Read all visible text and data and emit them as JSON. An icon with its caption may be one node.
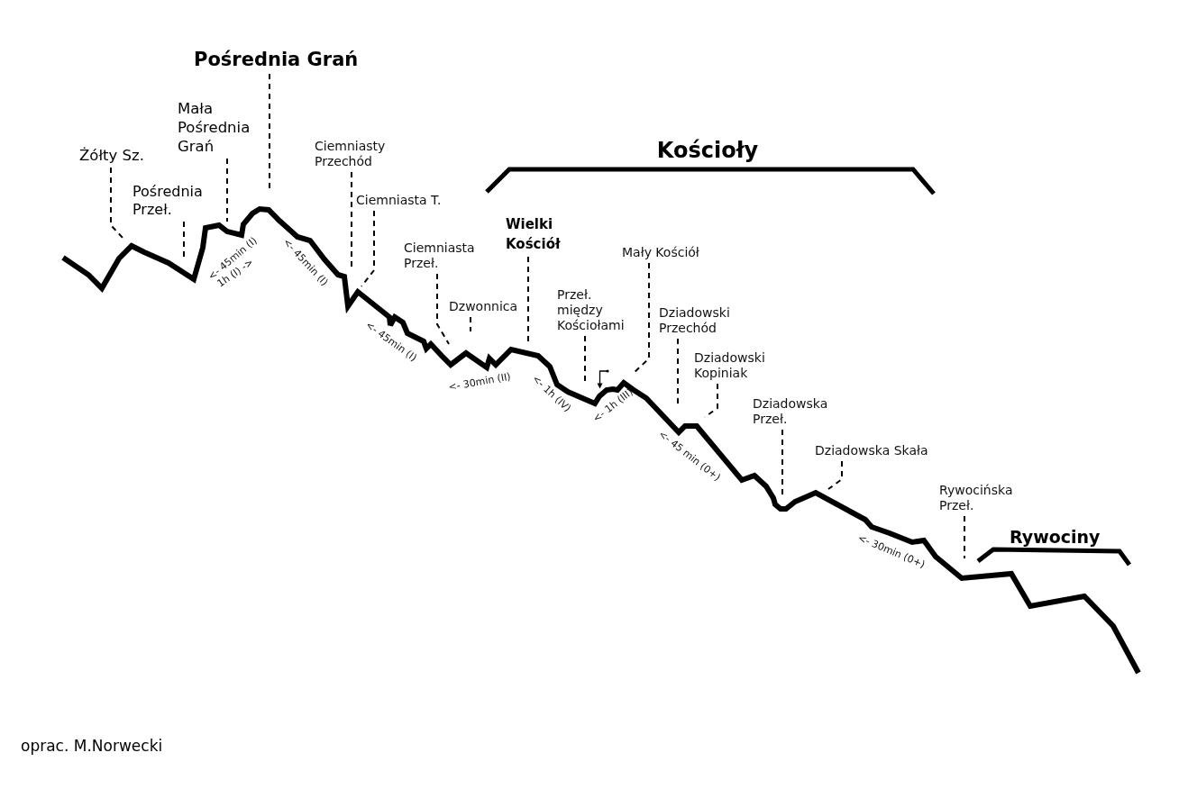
{
  "diagram": {
    "nodes": [
      {
        "text": [
          "Żółty Sz."
        ]
      },
      {
        "text": [
          "Pośrednia Przeł."
        ]
      },
      {
        "text": [
          "Mała Pośrednia Grań"
        ]
      },
      {
        "text": [
          "Pośrednia Grań"
        ]
      },
      {
        "text": [
          "Ciemniasty Przechód"
        ]
      },
      {
        "text": [
          "Ciemniasta T."
        ]
      },
      {
        "text": [
          "Ciemniasta Przeł."
        ]
      },
      {
        "text": [
          "Dzwonnica"
        ]
      },
      {
        "text": [
          "Wielki Kościół"
        ]
      },
      {
        "text": [
          "Przeł. między Kościołami"
        ]
      },
      {
        "text": [
          "Mały Kościół"
        ]
      },
      {
        "text": [
          "Dziadowski Przechód"
        ]
      },
      {
        "text": [
          "Dziadowski Kopiniak"
        ]
      },
      {
        "text": [
          "Dziadowska Przeł."
        ]
      },
      {
        "text": [
          "Dziadowska Skała"
        ]
      },
      {
        "text": [
          "Rywocińska Przeł."
        ]
      }
    ],
    "edges": [
      {
        "from": 0,
        "to": null,
        "arrow": "none",
        "style": "dashed"
      },
      {
        "from": 1,
        "to": null,
        "arrow": "none",
        "style": "dashed"
      },
      {
        "from": 2,
        "to": null,
        "arrow": "none",
        "style": "dashed"
      },
      {
        "from": 3,
        "to": null,
        "arrow": "none",
        "style": "dashed"
      },
      {
        "from": 4,
        "to": null,
        "arrow": "none",
        "style": "dashed"
      },
      {
        "from": 5,
        "to": null,
        "arrow": "none",
        "style": "dashed"
      },
      {
        "from": 6,
        "to": null,
        "arrow": "none",
        "style": "dashed"
      },
      {
        "from": 7,
        "to": null,
        "arrow": "none",
        "style": "dashed"
      },
      {
        "from": 8,
        "to": null,
        "arrow": "none",
        "style": "dashed"
      },
      {
        "from": 9,
        "to": null,
        "arrow": "none",
        "style": "dashed"
      },
      {
        "from": 10,
        "to": null,
        "arrow": "none",
        "style": "dashed"
      },
      {
        "from": 11,
        "to": null,
        "arrow": "none",
        "style": "dashed"
      },
      {
        "from": 12,
        "to": null,
        "arrow": "none",
        "style": "dashed"
      },
      {
        "from": 13,
        "to": null,
        "arrow": "none",
        "style": "dashed"
      },
      {
        "from": 14,
        "to": null,
        "arrow": "none",
        "style": "dashed"
      },
      {
        "from": 15,
        "to": null,
        "arrow": "none",
        "style": "dashed"
      }
    ],
    "labels": [
      "Kościoły",
      "<- 45min (I)",
      "1h (I) ->",
      "<- 45min (I)",
      "<- 45min (I)",
      "<- 30min (II)",
      "<- 1h (IV)",
      "<- 1h (III)",
      "<- 45 min (0+)",
      "<- 30min (0+)",
      "Rywociny",
      "oprac. M.Norwecki"
    ]
  }
}
